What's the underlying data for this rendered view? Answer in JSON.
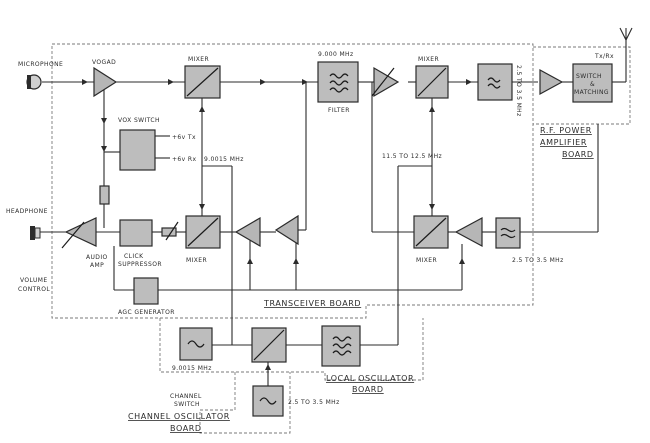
{
  "labels": {
    "microphone": "MICROPHONE",
    "vogad": "VOGAD",
    "mixer": "MIXER",
    "filter_freq": "9.000 MHz",
    "filter": "FILTER",
    "tx_rx": "Tx/Rx",
    "switch": "SWITCH",
    "amp_sym": "&",
    "matching": "MATCHING",
    "tx_freq": "2.5 TO 3.5 MHz",
    "vox_switch": "VOX SWITCH",
    "plus_6v_tx": "+6v Tx",
    "plus_6v_rx": "+6v Rx",
    "if_freq": "9.0015 MHz",
    "lo_freq": "11.5 TO 12.5 MHz",
    "rf_power": "R.F. POWER",
    "amplifier": "AMPLIFIER",
    "board": "BOARD",
    "headphone": "HEADPHONE",
    "audio": "AUDIO",
    "amp": "AMP",
    "click": "CLICK",
    "suppressor": "SUPPRESSOR",
    "rx_freq": "2.5 TO 3.5 MHz",
    "volume": "VOLUME",
    "control": "CONTROL",
    "agc_generator": "AGC GENERATOR",
    "transceiver_board": "TRANSCEIVER BOARD",
    "osc_freq": "9.0015 MHz",
    "local_oscillator": "LOCAL OSCILLATOR",
    "channel": "CHANNEL",
    "channel_switch": "SWITCH",
    "ch_freq": "2.5 TO 3.5 MHz",
    "channel_oscillator": "CHANNEL OSCILLATOR"
  }
}
